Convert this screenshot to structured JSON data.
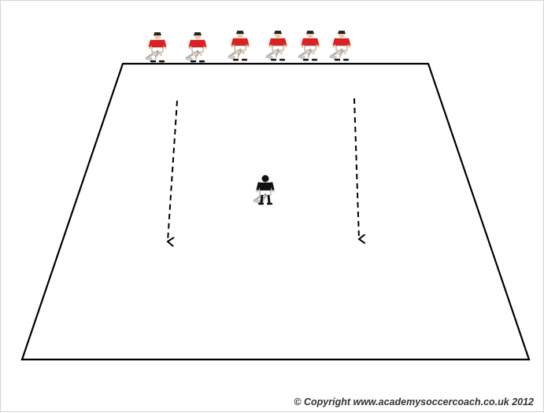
{
  "copyright": "© Copyright www.academysoccercoach.co.uk 2012",
  "colors": {
    "pitch_line": "#000000",
    "attacker_shirt": "#e02020",
    "attacker_shorts": "#ffffff",
    "defender_kit": "#111111",
    "skin": "#f2c9a5",
    "shadow": "#b5b5b5"
  },
  "icons": [
    "attacker-player-icon",
    "defender-player-icon",
    "run-arrow-icon"
  ],
  "attackers_count": 6,
  "defenders_count": 1
}
